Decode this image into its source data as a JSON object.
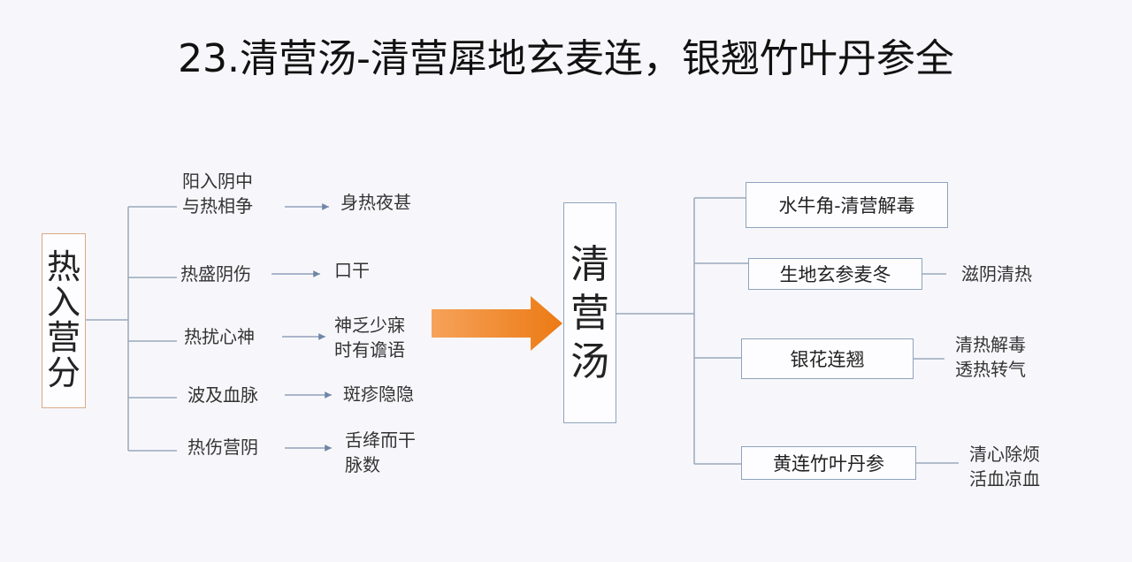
{
  "title": "23.清营汤-清营犀地玄麦连，银翘竹叶丹参全",
  "left_root": [
    "热",
    "入",
    "营",
    "分"
  ],
  "left_branches": [
    {
      "cause": [
        "阳入阴中",
        "与热相争"
      ],
      "symptom": [
        "身热夜甚"
      ]
    },
    {
      "cause": [
        "热盛阴伤"
      ],
      "symptom": [
        "口干"
      ]
    },
    {
      "cause": [
        "热扰心神"
      ],
      "symptom": [
        "神乏少寐",
        "时有谵语"
      ]
    },
    {
      "cause": [
        "波及血脉"
      ],
      "symptom": [
        "斑疹隐隐"
      ]
    },
    {
      "cause": [
        "热伤营阴"
      ],
      "symptom": [
        "舌绛而干",
        "脉数"
      ]
    }
  ],
  "center": [
    "清",
    "营",
    "汤"
  ],
  "right_branches": [
    {
      "herb": "水牛角-清营解毒",
      "effect": []
    },
    {
      "herb": "生地玄参麦冬",
      "effect": [
        "滋阴清热"
      ]
    },
    {
      "herb": "银花连翘",
      "effect": [
        "清热解毒",
        "透热转气"
      ]
    },
    {
      "herb": "黄连竹叶丹参",
      "effect": [
        "清心除烦",
        "活血凉血"
      ]
    }
  ],
  "colors": {
    "arrow": "#ef7f1a",
    "line": "#9aa9bb",
    "box_border": "#8fa3bd"
  }
}
